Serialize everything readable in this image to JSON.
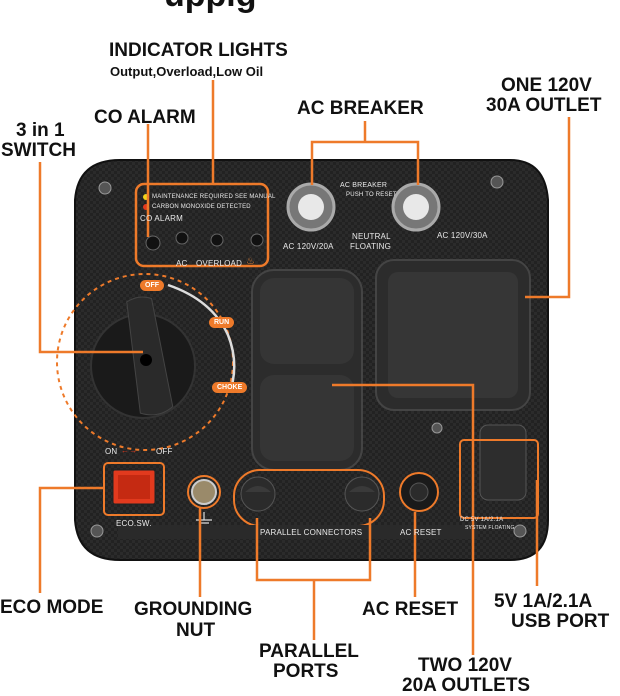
{
  "title_fragment": "upplg",
  "callouts": {
    "indicator_lights": "INDICATOR LIGHTS",
    "indicator_sub": "Output,Overload,Low Oil",
    "co_alarm": "CO ALARM",
    "switch_line1": "3 in 1",
    "switch_line2": "SWITCH",
    "ac_breaker": "AC BREAKER",
    "outlet30_line1": "ONE 120V",
    "outlet30_line2": "30A OUTLET",
    "eco_mode": "ECO MODE",
    "grounding_line1": "GROUNDING",
    "grounding_line2": "NUT",
    "parallel_line1": "PARALLEL",
    "parallel_line2": "PORTS",
    "ac_reset": "AC RESET",
    "usb_line1": "5V 1A/2.1A",
    "usb_line2": "USB PORT",
    "outlets20_line1": "TWO 120V",
    "outlets20_line2": "20A OUTLETS"
  },
  "panel": {
    "maintenance": "MAINTENANCE REQUIRED SEE MANUAL",
    "carbon": "CARBON MONOXIDE DETECTED",
    "co_alarm": "CO ALARM",
    "ac": "AC",
    "overload": "OVERLOAD",
    "ac_breaker": "AC BREAKER",
    "push_reset": "PUSH TO RESET",
    "ac_120_20": "AC 120V/20A",
    "ac_120_30": "AC 120V/30A",
    "neutral": "NEUTRAL",
    "floating": "FLOATING",
    "off": "OFF",
    "run": "RUN",
    "choke": "CHOKE",
    "eco_on": "ON",
    "eco_off": "OFF",
    "eco_sw": "ECO.SW.",
    "parallel_connectors": "PARALLEL CONNECTORS",
    "ac_reset": "AC RESET",
    "usb_line1": "DC 5V 1A/2.1A",
    "usb_line2": "SYSTEM FLOATING"
  },
  "colors": {
    "accent": "#ee7a2a",
    "panel": "#1f1f1f",
    "text": "#111111"
  }
}
